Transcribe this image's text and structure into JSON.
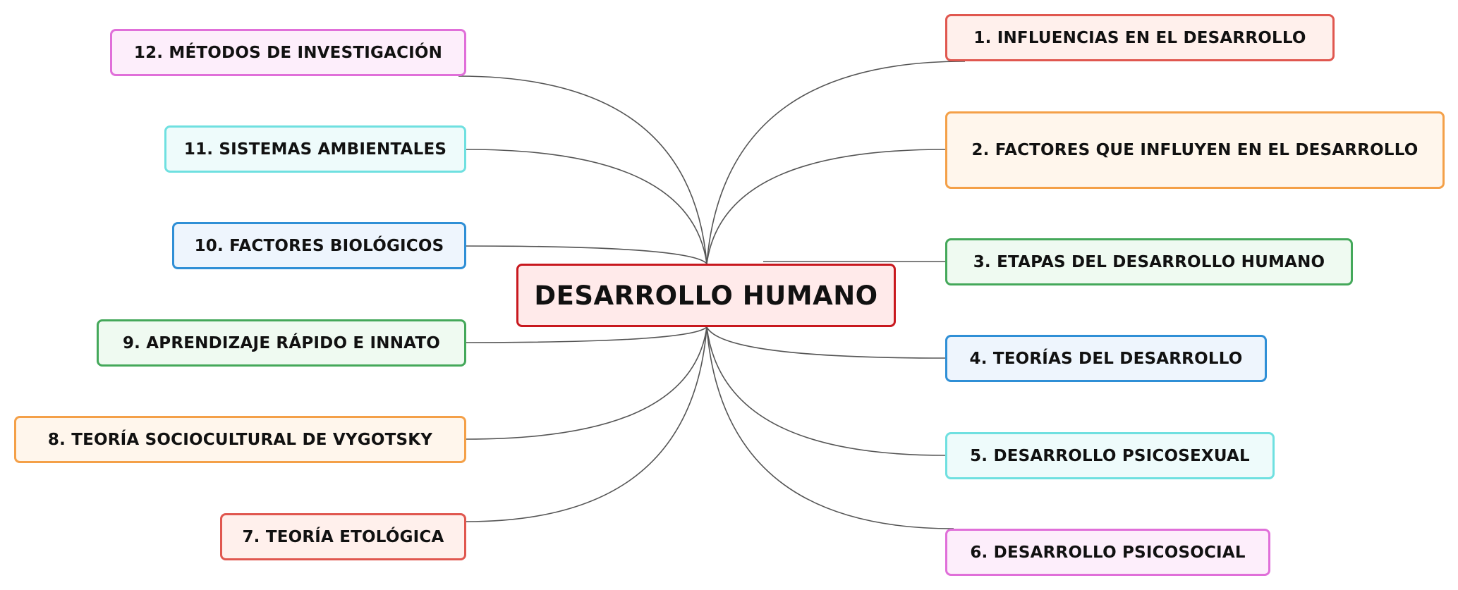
{
  "central": {
    "label": "DESARROLLO HUMANO",
    "border": "#c8181e",
    "fill": "#ffeaea"
  },
  "branches": [
    {
      "id": "b1",
      "label": "1. INFLUENCIAS EN EL DESARROLLO",
      "border": "#e0574f",
      "fill": "#fff0ec"
    },
    {
      "id": "b2",
      "label": "2. FACTORES QUE INFLUYEN EN EL DESARROLLO",
      "border": "#f4a048",
      "fill": "#fff6ec"
    },
    {
      "id": "b3",
      "label": "3. ETAPAS DEL DESARROLLO HUMANO",
      "border": "#44a85a",
      "fill": "#effaf1"
    },
    {
      "id": "b4",
      "label": "4. TEORÍAS DEL DESARROLLO",
      "border": "#2f8fd6",
      "fill": "#eef5fd"
    },
    {
      "id": "b5",
      "label": "5. DESARROLLO PSICOSEXUAL",
      "border": "#6fe0e0",
      "fill": "#eefbfb"
    },
    {
      "id": "b6",
      "label": "6. DESARROLLO PSICOSOCIAL",
      "border": "#e06fd9",
      "fill": "#fdeefb"
    },
    {
      "id": "b7",
      "label": "7. TEORÍA ETOLÓGICA",
      "border": "#e0574f",
      "fill": "#fff0ec"
    },
    {
      "id": "b8",
      "label": "8. TEORÍA SOCIOCULTURAL DE VYGOTSKY",
      "border": "#f4a048",
      "fill": "#fff6ec"
    },
    {
      "id": "b9",
      "label": "9. APRENDIZAJE RÁPIDO E INNATO",
      "border": "#44a85a",
      "fill": "#effaf1"
    },
    {
      "id": "b10",
      "label": "10. FACTORES BIOLÓGICOS",
      "border": "#2f8fd6",
      "fill": "#eef5fd"
    },
    {
      "id": "b11",
      "label": "11. SISTEMAS AMBIENTALES",
      "border": "#6fe0e0",
      "fill": "#eefbfb"
    },
    {
      "id": "b12",
      "label": "12. MÉTODOS DE INVESTIGACIÓN",
      "border": "#e06fd9",
      "fill": "#fdeefb"
    }
  ],
  "connector_color": "#555555"
}
